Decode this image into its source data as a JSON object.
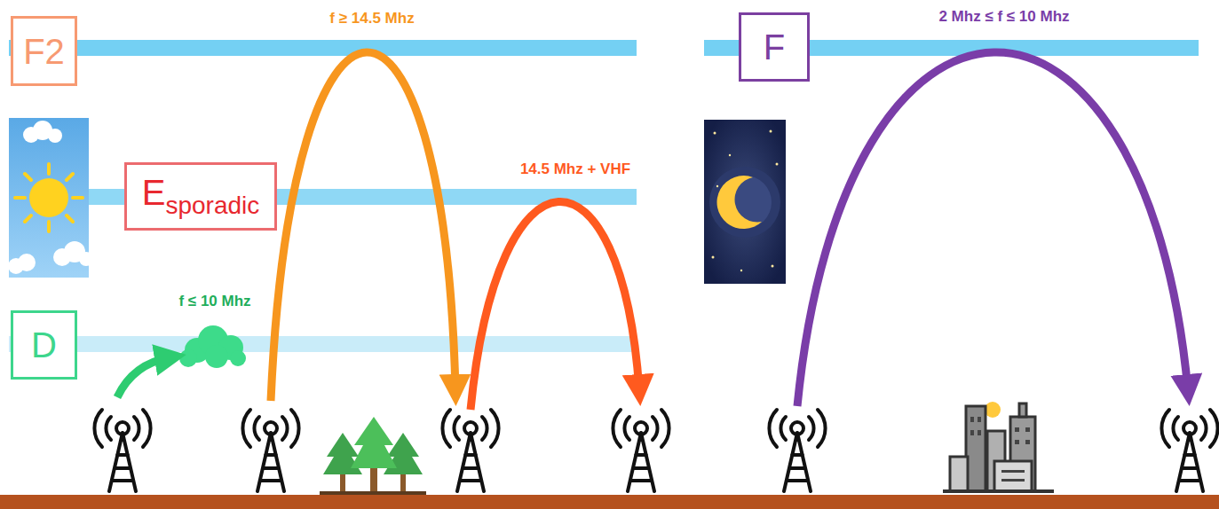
{
  "diagram": {
    "nodes": [
      {
        "text": [
          "F2"
        ]
      },
      {
        "text": [
          "E",
          "sporadic"
        ]
      },
      {
        "text": [
          "D"
        ]
      },
      {
        "text": [
          "F"
        ]
      }
    ],
    "labels": [
      "f ≥ 14.5 Mhz",
      "14.5 Mhz + VHF",
      "f ≤ 10 Mhz",
      "2 Mhz ≤ f ≤ 10 Mhz"
    ]
  }
}
